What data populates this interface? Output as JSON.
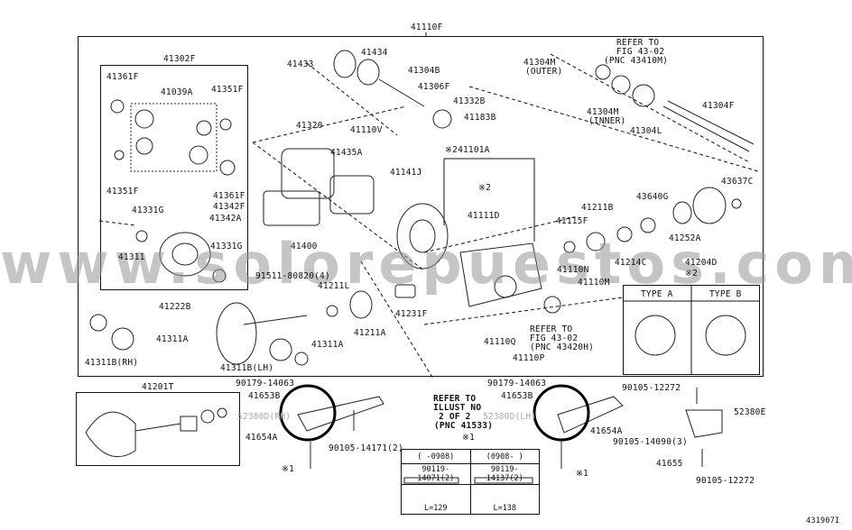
{
  "watermark": "www.solorepuestos.com",
  "diagram_code": "431907I",
  "labels": {
    "l41110F": "41110F",
    "l41302F": "41302F",
    "l41361F": "41361F",
    "l41039A": "41039A",
    "l41351F_top": "41351F",
    "l41351F_mid": "41351F",
    "l41361F_mid": "41361F",
    "l41342F": "41342F",
    "l41342A": "41342A",
    "l41331G_a": "41331G",
    "l41331G_b": "41331G",
    "l41311": "41311",
    "l41222B": "41222B",
    "l41311A_a": "41311A",
    "l41311A_b": "41311A",
    "l41311B_RH": "41311B(RH)",
    "l41311B_LH": "41311B(LH)",
    "l41433": "41433",
    "l41434": "41434",
    "l41304B": "41304B",
    "l41306F": "41306F",
    "l41332B": "41332B",
    "l41183B": "41183B",
    "l41320": "41320",
    "l41110V": "41110V",
    "l41435A": "41435A",
    "l241101A": "※241101A",
    "l41141J": "41141J",
    "l41111D": "41111D",
    "l41400": "41400",
    "l91511": "91511-80820(4)",
    "l41211L": "41211L",
    "l41211A": "41211A",
    "l41231F": "41231F",
    "l41304M_outer": "41304M",
    "l_outer": "(OUTER)",
    "l41304M_inner": "41304M",
    "l_inner": "(INNER)",
    "l41304L": "41304L",
    "l41304F": "41304F",
    "l_refer_43410": "REFER TO",
    "l_refer_43410_b": "FIG 43-02",
    "l_refer_43410_c": "(PNC 43410M)",
    "l41211B": "41211B",
    "l43640G": "43640G",
    "l43637C": "43637C",
    "l41115F": "41115F",
    "l41214C": "41214C",
    "l41252A": "41252A",
    "l41204D": "41204D",
    "l41110N": "41110N",
    "l41110M": "41110M",
    "l_star2_a": "※2",
    "l_star2_b": "※2",
    "l_refer_43420": "REFER TO",
    "l_refer_43420_b": "FIG 43-02",
    "l_refer_43420_c": "(PNC 43420H)",
    "l41110Q": "41110Q",
    "l41110P": "41110P",
    "l41201T": "41201T",
    "l90179_L": "90179-14063",
    "l41653B_L": "41653B",
    "l52380D_L": "52380D(RH)",
    "l41654A_L": "41654A",
    "l90105_14171": "90105-14171(2)",
    "l_star1_L": "※1",
    "l_refer_41533": "REFER TO",
    "l_refer_41533_b": "ILLUST NO",
    "l_refer_41533_c": "2 OF 2",
    "l_refer_41533_d": "(PNC 41533)",
    "l_star1_mid": "※1",
    "l90179_R": "90179-14063",
    "l41653B_R": "41653B",
    "l52380D_R": "52380D(LH)",
    "l41654A_R": "41654A",
    "l90105_12272_a": "90105-12272",
    "l52380E": "52380E",
    "l90105_14090": "90105-14090(3)",
    "l41655": "41655",
    "l90105_12272_b": "90105-12272",
    "l_star1_R": "※1"
  },
  "bolt_table": {
    "headers": [
      "(     -0908)",
      "(0908-     )"
    ],
    "parts": [
      "90119-14071(2)",
      "90119-14137(2)"
    ],
    "lengths": [
      "L=129",
      "L=138"
    ]
  },
  "type_box": {
    "a": "TYPE A",
    "b": "TYPE B"
  }
}
